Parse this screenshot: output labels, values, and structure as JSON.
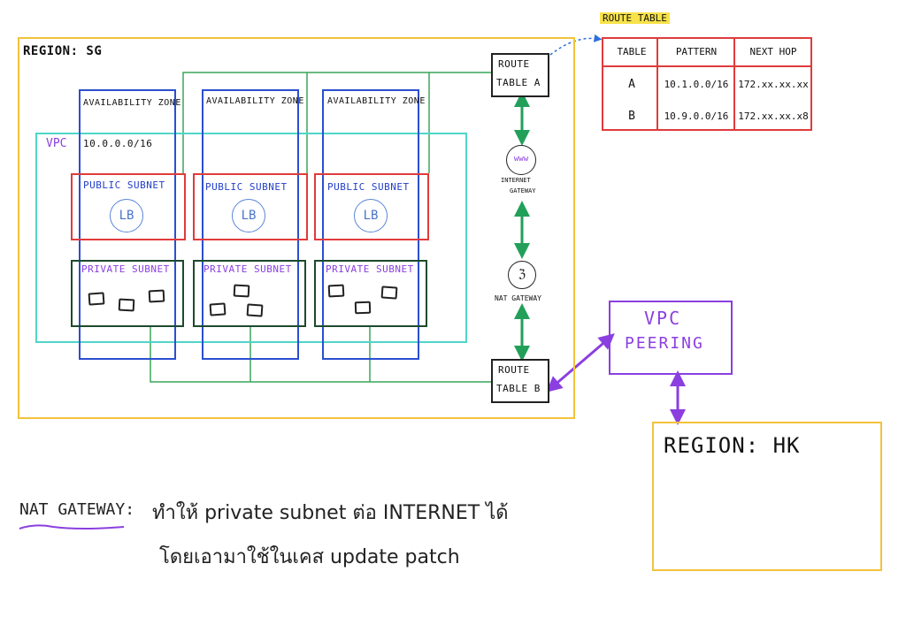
{
  "region_sg": {
    "label": "REGION: SG"
  },
  "region_hk": {
    "label": "REGION: HK"
  },
  "availability_zones": [
    {
      "label": "AVAILABILITY ZONE"
    },
    {
      "label": "AVAILABILITY ZONE"
    },
    {
      "label": "AVAILABILITY ZONE"
    }
  ],
  "vpc": {
    "label": "VPC",
    "cidr": "10.0.0.0/16"
  },
  "public_subnets": [
    {
      "label": "PUBLIC SUBNET",
      "lb": "LB"
    },
    {
      "label": "PUBLIC SUBNET",
      "lb": "LB"
    },
    {
      "label": "PUBLIC SUBNET",
      "lb": "LB"
    }
  ],
  "private_subnets": [
    {
      "label": "PRIVATE SUBNET"
    },
    {
      "label": "PRIVATE SUBNET"
    },
    {
      "label": "PRIVATE SUBNET"
    }
  ],
  "route_table_a": {
    "line1": "ROUTE",
    "line2": "TABLE A"
  },
  "route_table_b": {
    "line1": "ROUTE",
    "line2": "TABLE B"
  },
  "internet_gateway": {
    "icon_text": "www",
    "line1": "INTERNET",
    "line2": "GATEWAY"
  },
  "nat_gateway": {
    "label": "NAT GATEWAY"
  },
  "vpc_peering": {
    "line1": "VPC",
    "line2": "PEERING"
  },
  "route_table": {
    "title": "ROUTE TABLE",
    "headers": [
      "TABLE",
      "PATTERN",
      "NEXT HOP"
    ],
    "rows": [
      [
        "A",
        "10.1.0.0/16",
        "172.xx.xx.xx"
      ],
      [
        "B",
        "10.9.0.0/16",
        "172.xx.xx.x8"
      ]
    ]
  },
  "note": {
    "term": "NAT GATEWAY:",
    "line1": "ทำให้ private subnet ต่อ INTERNET ได้",
    "line2": "โดยเอามาใช้ในเคส update patch"
  },
  "colors": {
    "region": "#f2c33a",
    "az": "#2b4fd1",
    "vpc": "#4fd6c8",
    "public": "#e03b3b",
    "private": "#1d4a2d",
    "peering": "#8b3fe0",
    "link": "#3aa65a",
    "arrow": "#22a05a"
  }
}
